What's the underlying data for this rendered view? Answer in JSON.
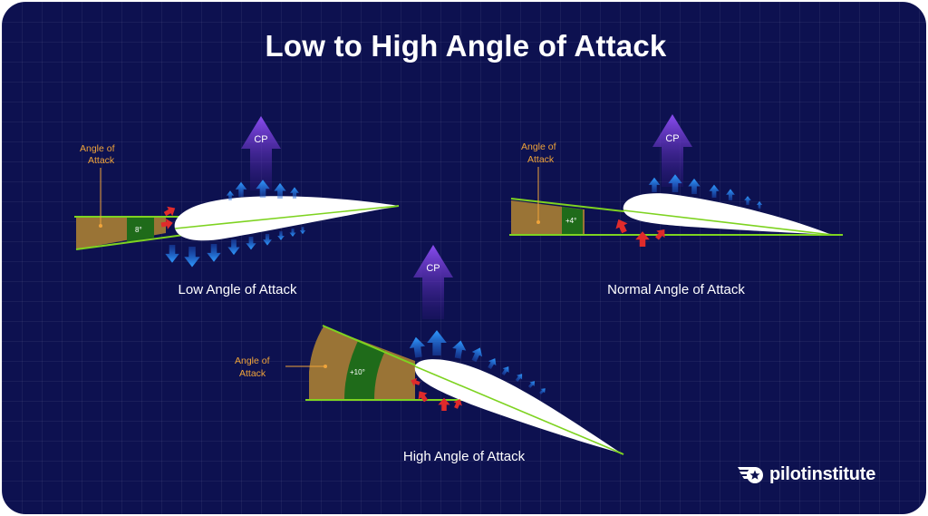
{
  "title": "Low to High Angle of Attack",
  "panels": {
    "low": {
      "caption": "Low Angle of Attack",
      "aoa_label_line1": "Angle of",
      "aoa_label_line2": "Attack",
      "degree": "8°",
      "cp": "CP"
    },
    "normal": {
      "caption": "Normal Angle of Attack",
      "aoa_label_line1": "Angle of",
      "aoa_label_line2": "Attack",
      "degree": "+4°",
      "cp": "CP"
    },
    "high": {
      "caption": "High Angle of Attack",
      "aoa_label_line1": "Angle of",
      "aoa_label_line2": "Attack",
      "degree": "+10°",
      "cp": "CP"
    }
  },
  "brand": {
    "name": "pilotinstitute",
    "icon": "winged-star-logo"
  },
  "colors": {
    "background": "#0d1150",
    "chord_line": "#7ed321",
    "angle_fill": "#9a7436",
    "angle_inner": "#1f6b1a",
    "cp_arrow": "#7b3fe4",
    "lift_arrow": "#2f8df5",
    "pressure_arrow": "#e02b2b",
    "label_orange": "#f0a43a"
  }
}
